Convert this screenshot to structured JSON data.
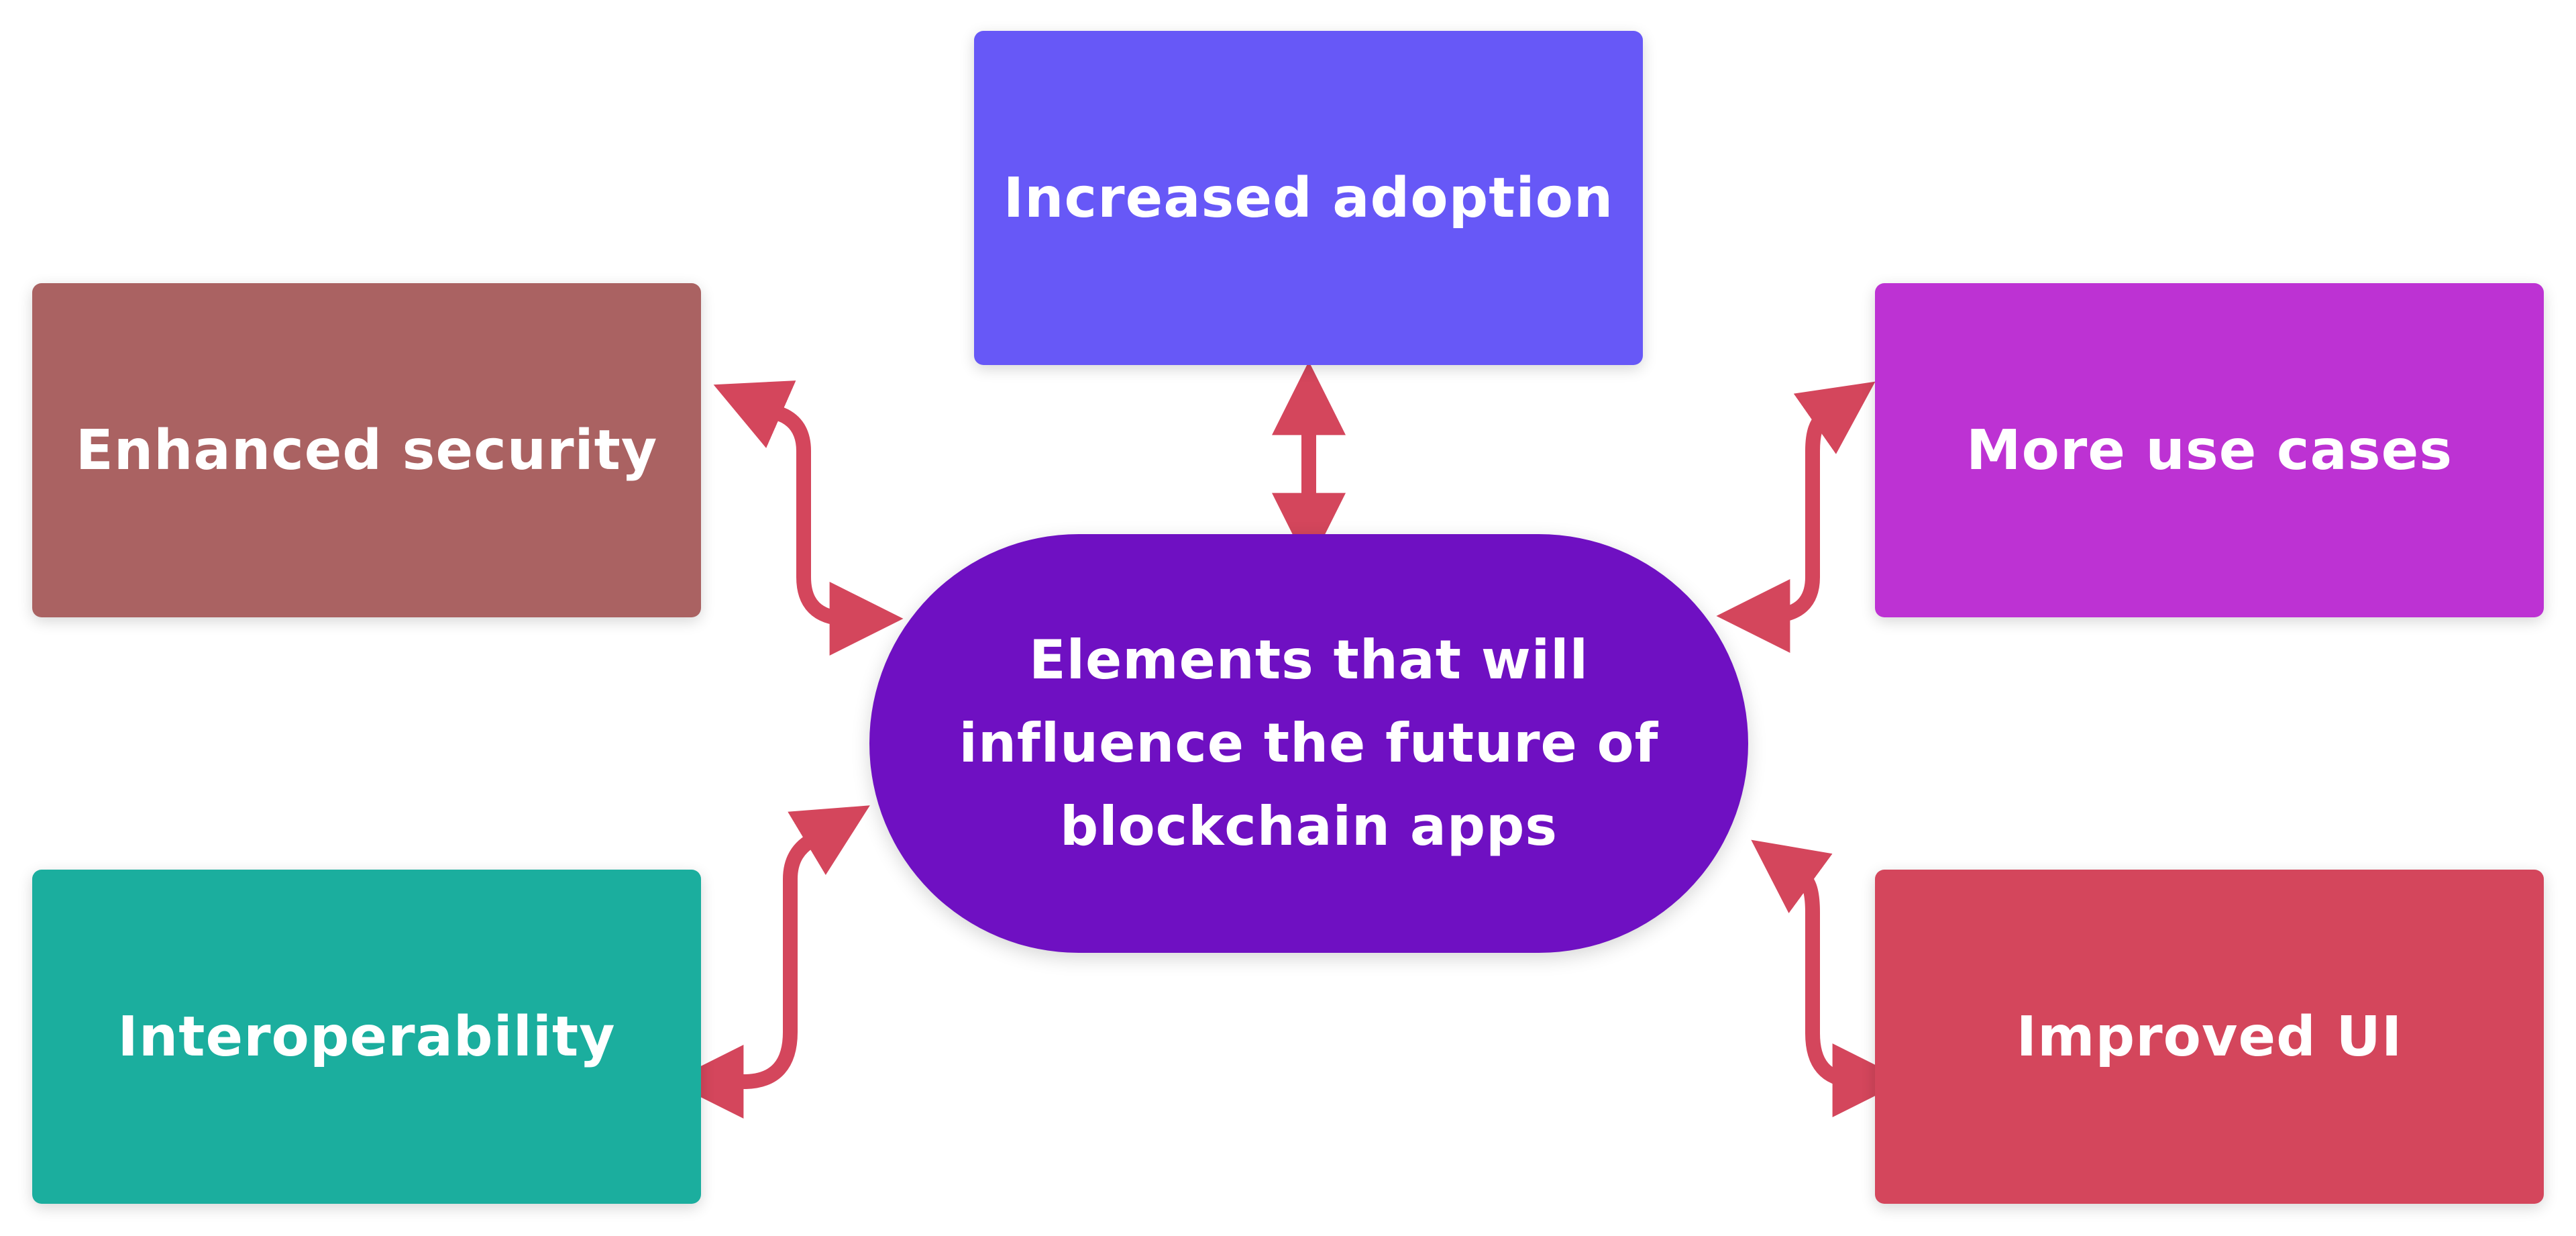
{
  "colors": {
    "background": "#ffffff",
    "arrow": "#d4465c",
    "text": "#ffffff"
  },
  "center": {
    "label": "Elements that will influence the future of blockchain apps",
    "color": "#6f10c2"
  },
  "nodes": {
    "increased_adoption": {
      "label": "Increased adoption",
      "color": "#6758f7"
    },
    "enhanced_security": {
      "label": "Enhanced security",
      "color": "#aa6262"
    },
    "more_use_cases": {
      "label": "More use cases",
      "color": "#bd32d3"
    },
    "interoperability": {
      "label": "Interoperability",
      "color": "#1bae9e"
    },
    "improved_ui": {
      "label": "Improved UI",
      "color": "#d4465c"
    }
  }
}
